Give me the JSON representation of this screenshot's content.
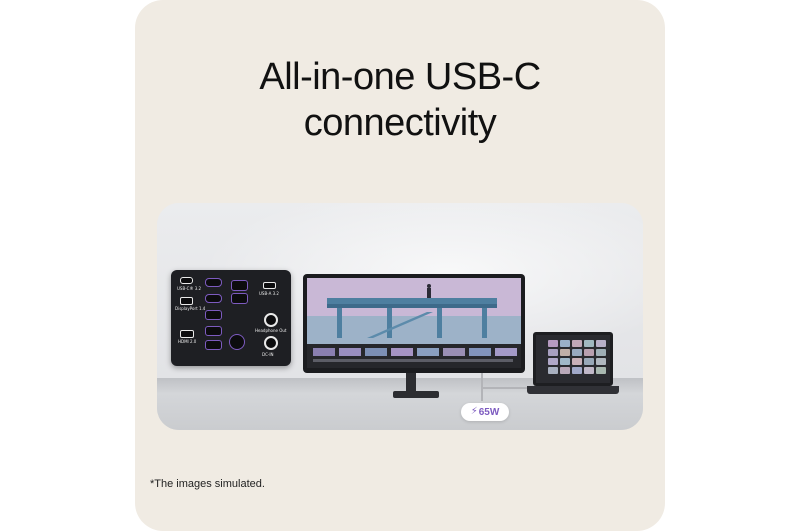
{
  "headline": {
    "line1": "All-in-one USB-C",
    "line2": "connectivity"
  },
  "ports": {
    "usbc": "USB-C® 3.2",
    "displayport": "DisplayPort 1.4",
    "hdmi": "HDMI 2.0",
    "usba": "USB-A 3.2",
    "headphone": "Headphone Out",
    "dcin": "DC-IN"
  },
  "power": {
    "icon": "lightning-bolt-icon",
    "label": "65W"
  },
  "footnote": "*The images simulated.",
  "colors": {
    "card_bg": "#f0ebe3",
    "accent_purple": "#7d5bc0",
    "text": "#111111"
  }
}
